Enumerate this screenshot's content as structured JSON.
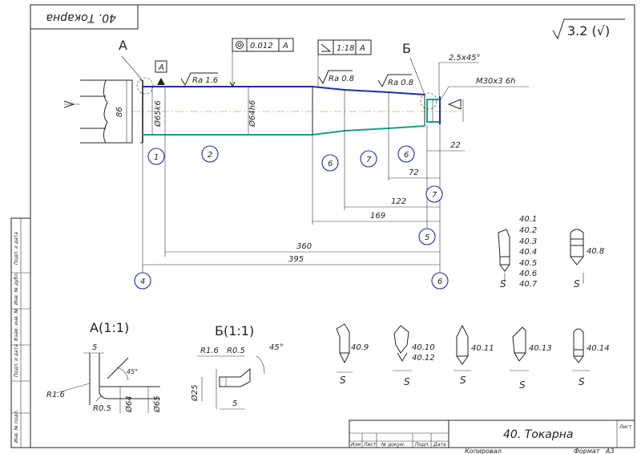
{
  "title_box": {
    "corner_title": "40. Токарна",
    "stamp_title": "40. Токарна",
    "kopiroval": "Копировал",
    "format": "Формат",
    "format_value": "A3",
    "lit": "Лист"
  },
  "stamp_columns": [
    "Изм",
    "Лист",
    "№ докум.",
    "Подп.",
    "Дата"
  ],
  "side_strip": [
    "Инв. № подл.",
    "Подп. и дата",
    "Взам. инв. №",
    "Инв. № дубл.",
    "Подп. и дата"
  ],
  "roughness": {
    "general": "3.2 (√)",
    "ra16": "Ra 1.6",
    "ra08a": "Ra 0.8",
    "ra08b": "Ra 0.8"
  },
  "tolerances": {
    "runout_value": "0.012",
    "runout_base": "A",
    "angle_value": "1:18",
    "angle_base": "A",
    "datum": "A"
  },
  "views": {
    "view_a_letter": "А",
    "view_b_letter": "Б",
    "view_a_title": "А(1:1)",
    "view_b_title": "Б(1:1)"
  },
  "dimensions": {
    "d86": "86",
    "d65k6": "Ø65k6",
    "d64h6": "Ø64h6",
    "thread": "M30x3 6h",
    "chamfer": "2.5x45°",
    "l22": "22",
    "l72": "72",
    "l122": "122",
    "l169": "169",
    "l360": "360",
    "l395": "395"
  },
  "surfaces": [
    "1",
    "2",
    "6",
    "7",
    "6",
    "7",
    "5",
    "4",
    "6"
  ],
  "tools_list": [
    "40.1",
    "40.2",
    "40.3",
    "40.4",
    "40.5",
    "40.6",
    "40.7"
  ],
  "tools": {
    "t8": "40.8",
    "t9": "40.9",
    "t10": "40.10",
    "t12": "40.12",
    "t11": "40.11",
    "t13": "40.13",
    "t14": "40.14"
  },
  "feed_symbol": "S",
  "detail_a": {
    "s": "5",
    "r16": "R1.6",
    "r05": "R0.5",
    "ang": "45°",
    "d64": "Ø64",
    "d65": "Ø65"
  },
  "detail_b": {
    "r16": "R1.6",
    "r05": "R0.5",
    "ang": "45°",
    "d25": "Ø25",
    "s": "5"
  }
}
